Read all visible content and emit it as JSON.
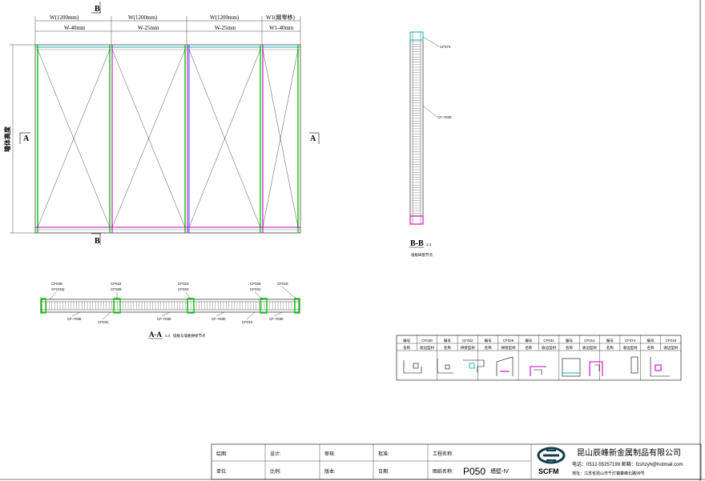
{
  "elevation": {
    "section_marker_b": "B",
    "section_marker_a": "A",
    "side_label": "墙体高度",
    "dims_top": [
      "W(1200mm)",
      "W(1200mm)",
      "W(1200mm)",
      "W1(踢零移)"
    ],
    "dims_bottom": [
      "W-40mm",
      "W-25mm",
      "W-25mm",
      "W1-40mm"
    ]
  },
  "section_bb": {
    "title": "B-B",
    "scale": "1:4",
    "subtitle": "墙板纵剖节点",
    "callout_top": "CF074",
    "callout_mid": "CF-7030"
  },
  "section_aa": {
    "title": "A-A",
    "scale": "1:4",
    "subtitle": "墙板与墙板拼接节点",
    "callouts_top": [
      "CF039",
      "CF(018)",
      "CF022",
      "CF028",
      "CF022",
      "CF022",
      "CF028",
      "CF031",
      "CF018"
    ],
    "callouts_bottom": [
      "CF-7036",
      "CF031",
      "CF-7030",
      "CF-7030",
      "CF014",
      "CF-7030"
    ]
  },
  "profile_table": {
    "header_row1": [
      "编号",
      "CF039",
      "编号",
      "CF022",
      "编号",
      "CF028",
      "编号",
      "CF031",
      "编号",
      "CF014",
      "编号",
      "CF074",
      "编号",
      "CF018"
    ],
    "header_row2": [
      "名称",
      "收边型材",
      "名称",
      "拼接型材",
      "名称",
      "拼接型材",
      "名称",
      "收边型材",
      "名称",
      "收边型材",
      "名称",
      "收边型材",
      "名称",
      "收边型材"
    ]
  },
  "title_block": {
    "row1": [
      "绘图:",
      "设计:",
      "审核:",
      "批准:",
      "工程名称:"
    ],
    "row2": [
      "单位:",
      "比例:",
      "版本:",
      "日期:",
      "图纸名称:"
    ],
    "drawing_no": "P050",
    "drawing_name": "墙壁-IV",
    "logo_text": "SCFM",
    "company": "昆山辰峰新金属制品有限公司",
    "phone_line": "电话：0512-55257199  邮箱：fzshzyh@hotmail.com",
    "address_line": "地址：江苏省昆山市千灯镇秦峰北路99号"
  }
}
